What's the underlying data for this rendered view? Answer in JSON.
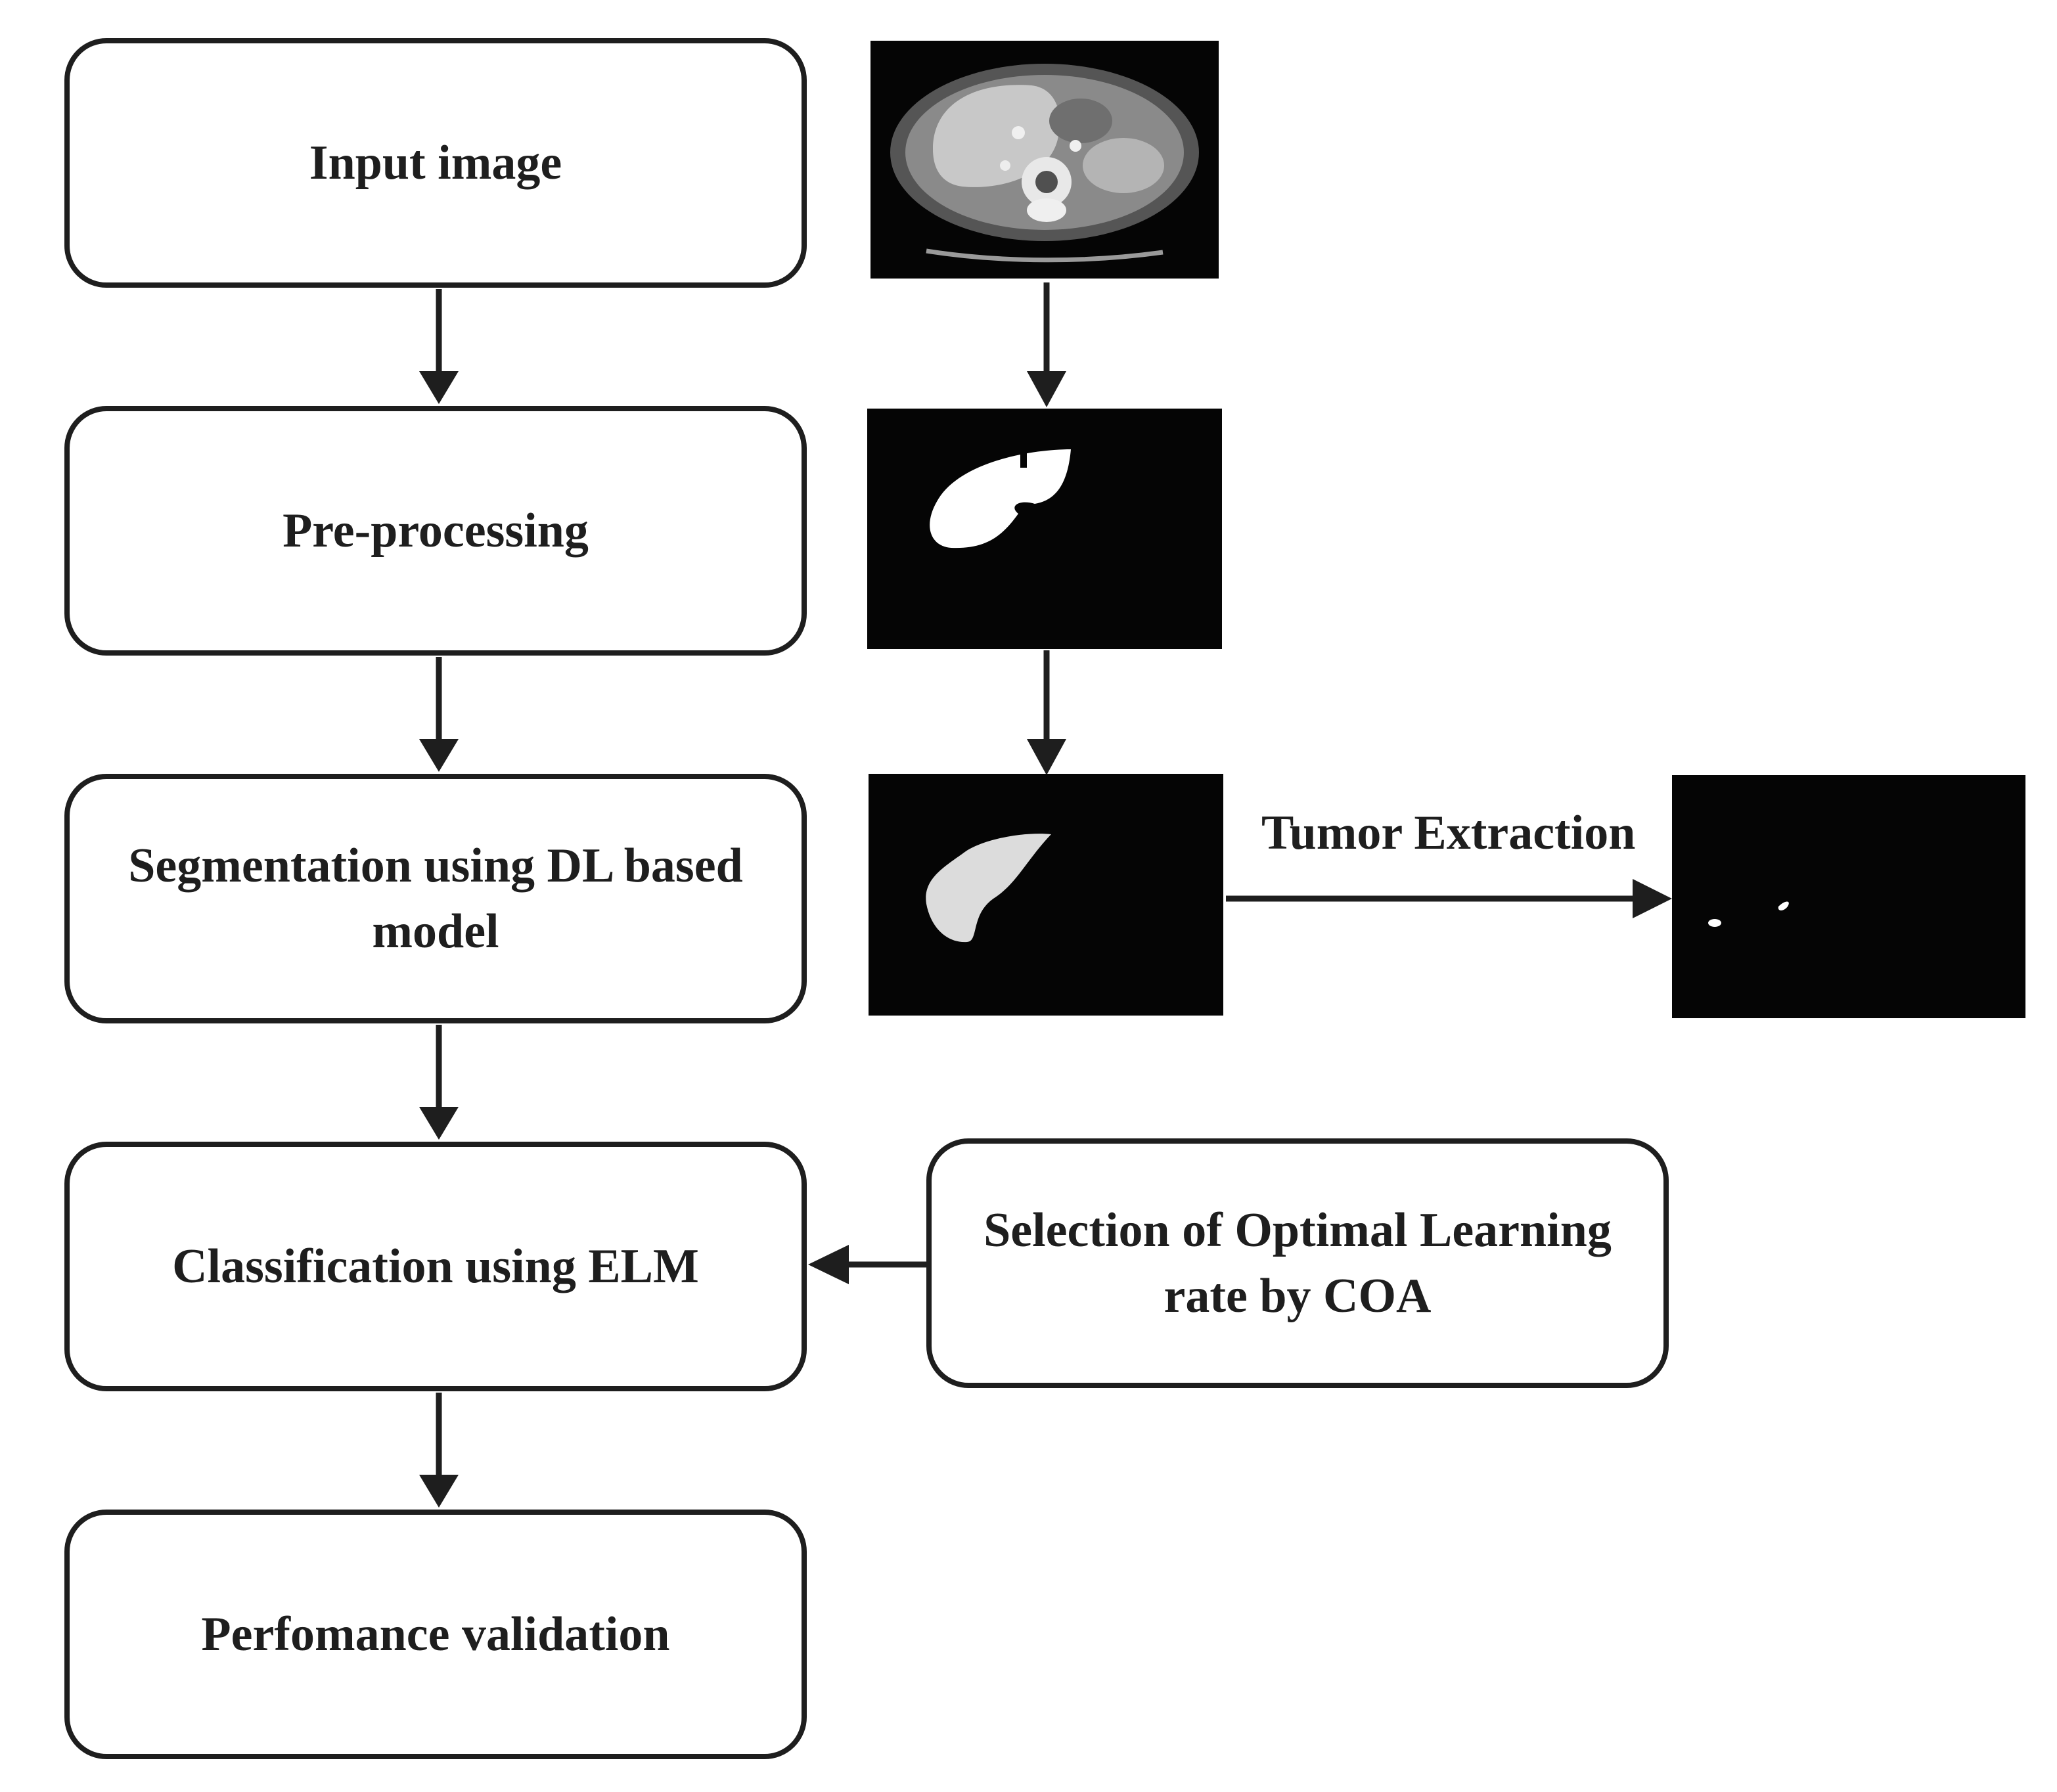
{
  "steps": {
    "input": "Input image",
    "preprocessing": "Pre-processing",
    "segmentation": "Segmentation using DL based model",
    "classification": "Classification using ELM",
    "validation": "Perfomance validation"
  },
  "side_steps": {
    "optimization": "Selection of Optimal Learning rate by COA"
  },
  "edge_labels": {
    "tumor_extraction": "Tumor Extraction"
  },
  "colors": {
    "ink": "#1e1e1e",
    "panel_background": "#050505",
    "mask": "#ffffff",
    "segmented_liver": "#dcdcdc"
  }
}
